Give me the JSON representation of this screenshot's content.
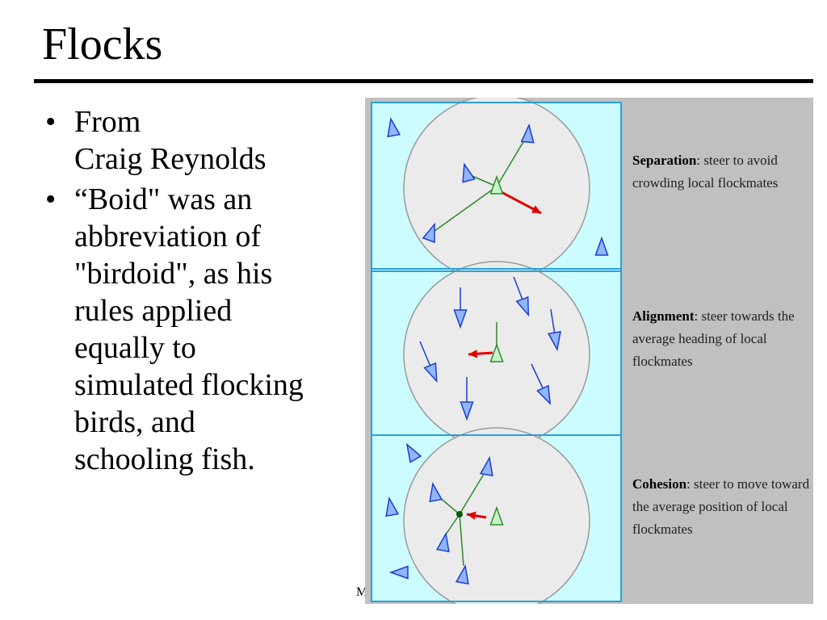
{
  "slide": {
    "title": "Flocks",
    "bullets": [
      {
        "lines": [
          "From",
          "Craig Reynolds"
        ]
      },
      {
        "lines": [
          "“Boid\" was an",
          "abbreviation of",
          "\"birdoid\", as his",
          "rules applied",
          "equally to",
          "simulated flocking",
          "birds, and",
          "schooling fish."
        ]
      }
    ],
    "bullet_char": "•",
    "footer": "M"
  },
  "figure": {
    "panels": [
      {
        "term": "Separation",
        "desc": ": steer to avoid crowding local flockmates"
      },
      {
        "term": "Alignment",
        "desc": ": steer towards the average heading of local flockmates"
      },
      {
        "term": "Cohesion",
        "desc": ": steer to move toward the average position of local flockmates"
      }
    ],
    "colors": {
      "panel_bg": "#ccfcff",
      "circle_fill": "#ebebeb",
      "circle_stroke": "#9a9a9a",
      "boid_fill": "#8fb6ff",
      "boid_stroke": "#1e3ccf",
      "focal_fill": "#c8f5c8",
      "focal_stroke": "#2e8b2e",
      "steer_arrow": "#e00000",
      "neighbor_line": "#2a8a2a",
      "caption_bg": "#c0c0c0"
    }
  }
}
